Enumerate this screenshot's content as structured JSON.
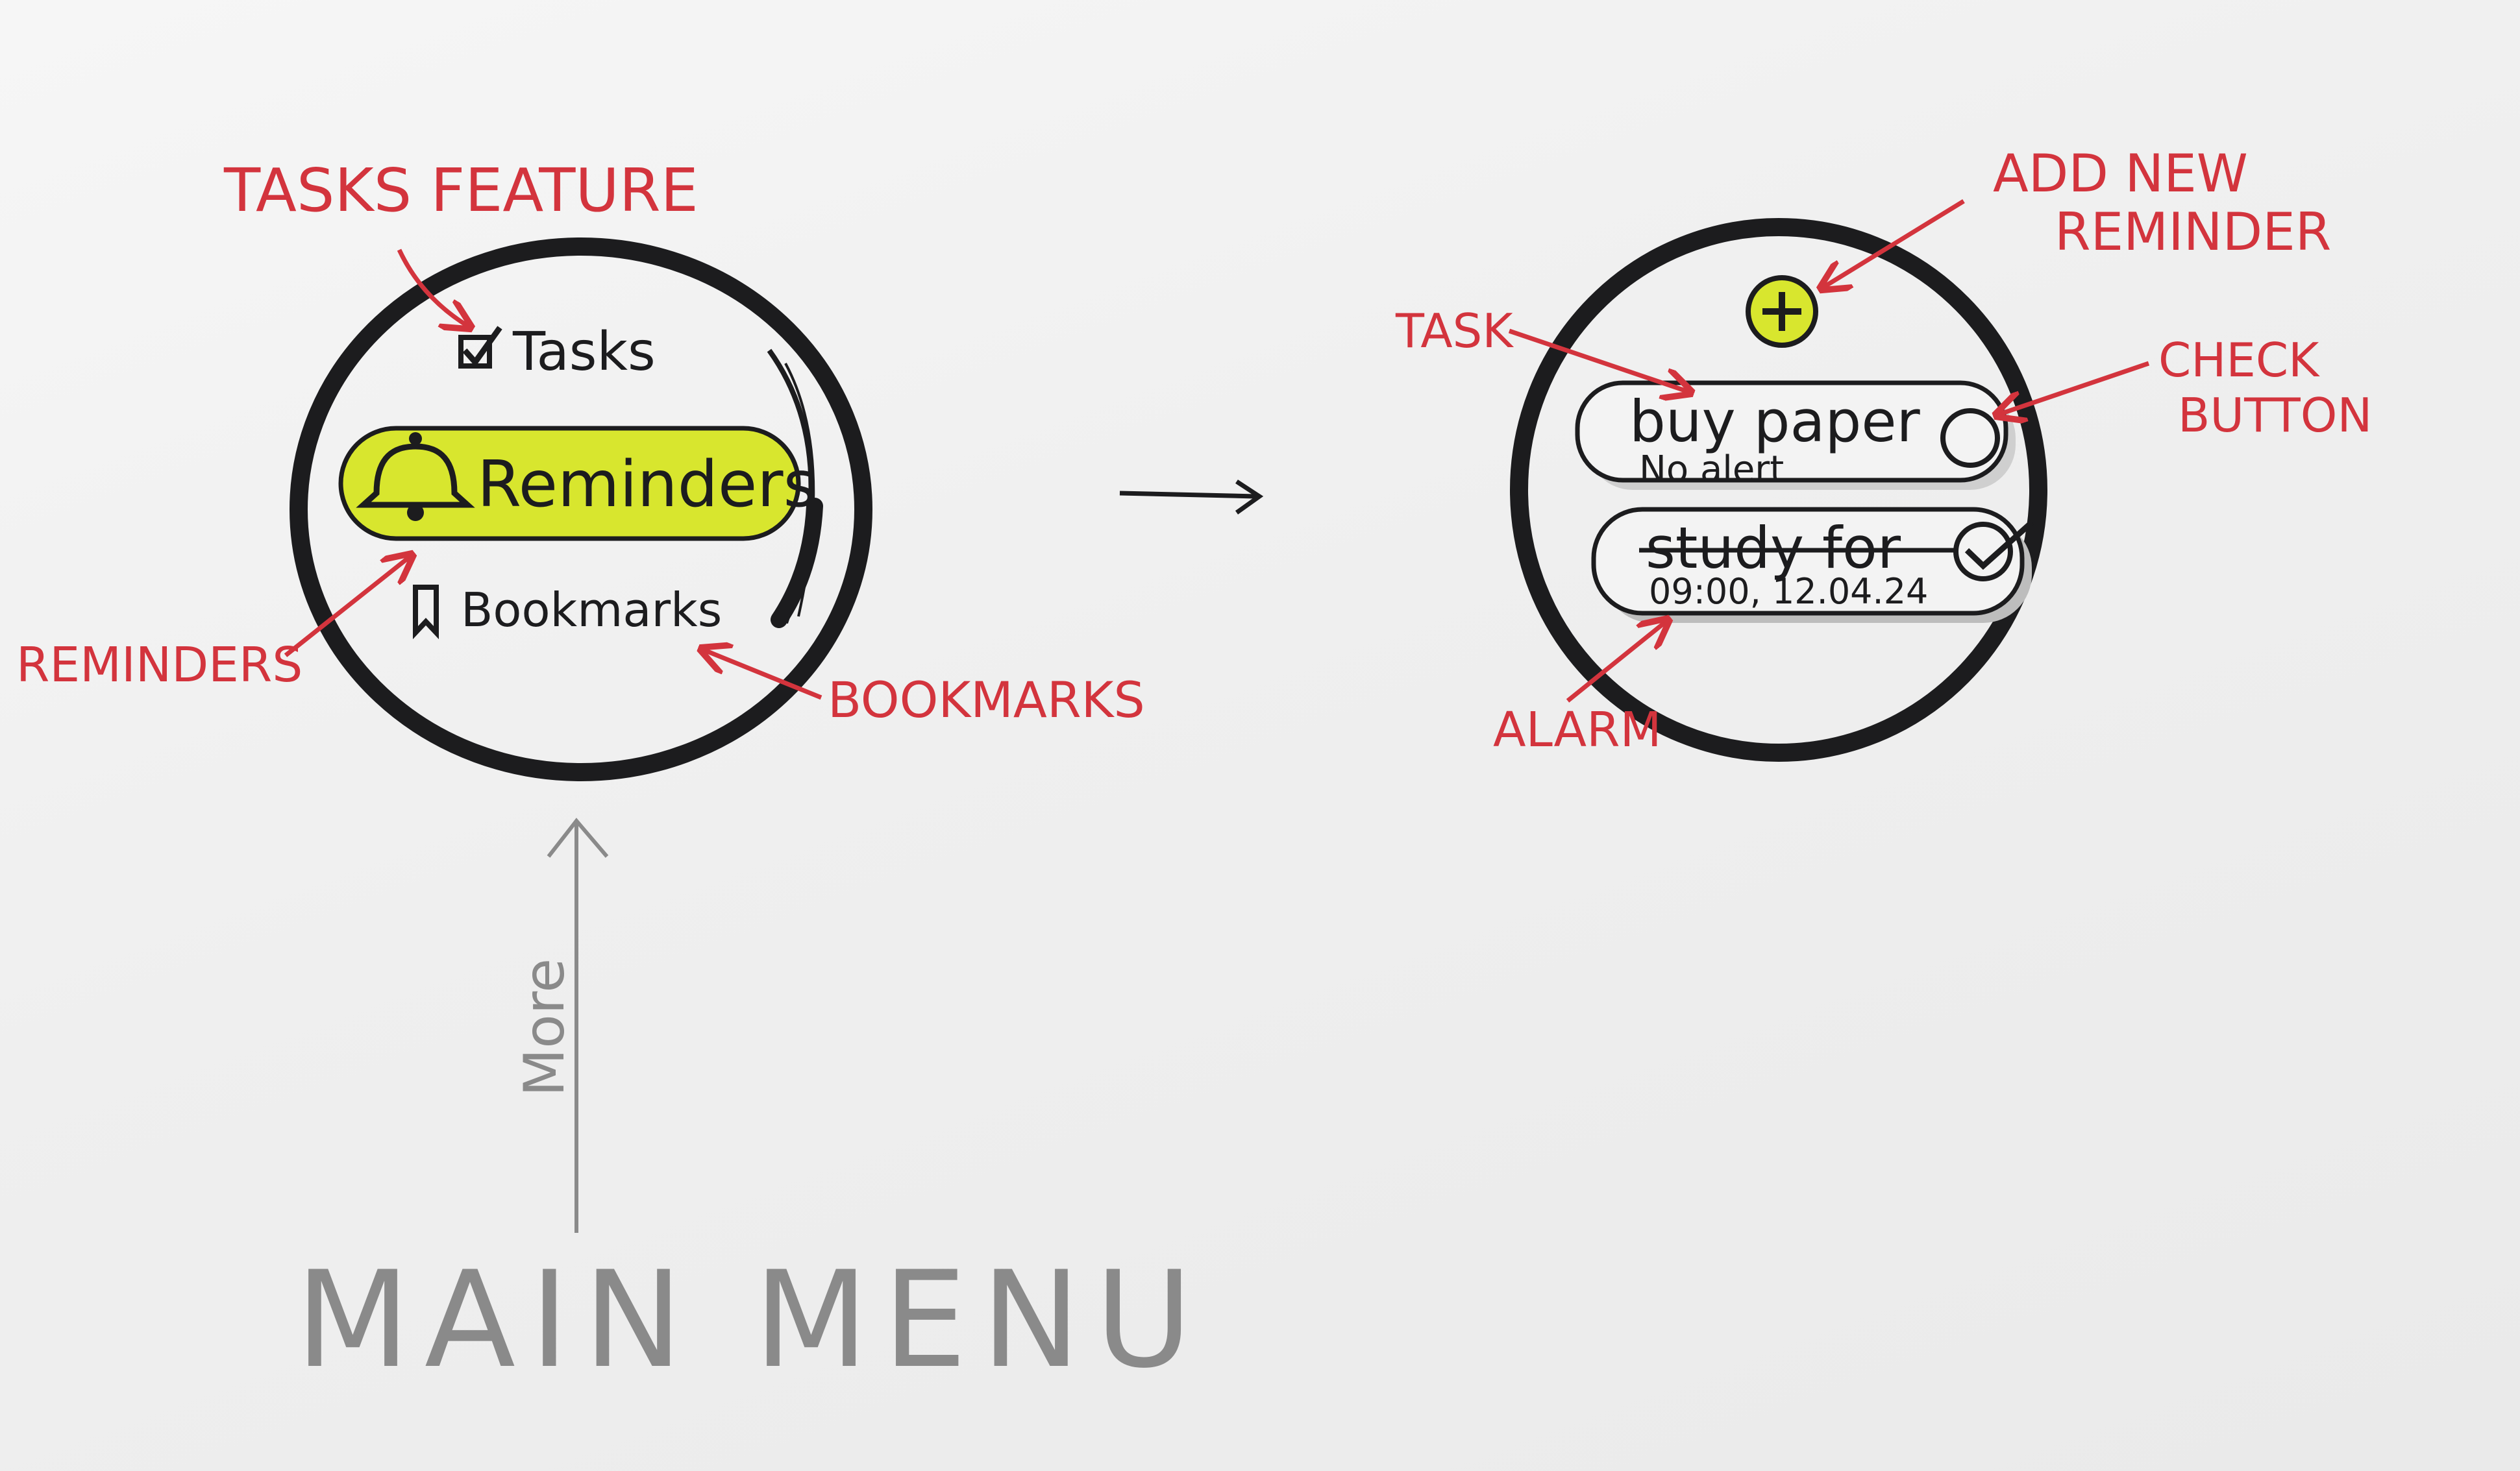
{
  "main_menu": {
    "caption": "MAIN MENU",
    "more_label": "More",
    "items": [
      {
        "label": "Tasks",
        "icon": "checkbox-icon"
      },
      {
        "label": "Reminders",
        "icon": "bell-icon",
        "selected": true
      },
      {
        "label": "Bookmarks",
        "icon": "bookmark-icon"
      }
    ]
  },
  "reminders_screen": {
    "add_icon": "plus-icon",
    "reminders": [
      {
        "title": "buy paper",
        "subtitle": "No alert",
        "checked": false
      },
      {
        "title": "study for",
        "subtitle": "09:00, 12.04.24",
        "checked": true
      }
    ]
  },
  "annotations": {
    "tasks_feature": "TASKS FEATURE",
    "reminders": "REMINDERS",
    "bookmarks": "BOOKMARKS",
    "add_new_line1": "ADD NEW",
    "add_new_line2": "REMINDER",
    "task": "TASK",
    "check_line1": "CHECK",
    "check_line2": "BUTTON",
    "alarm": "ALARM"
  },
  "colors": {
    "ink": "#1c1c1e",
    "annotation_red": "#d3343d",
    "highlight_yellow": "#d8e62e",
    "pencil_gray": "#8a8a8a"
  }
}
